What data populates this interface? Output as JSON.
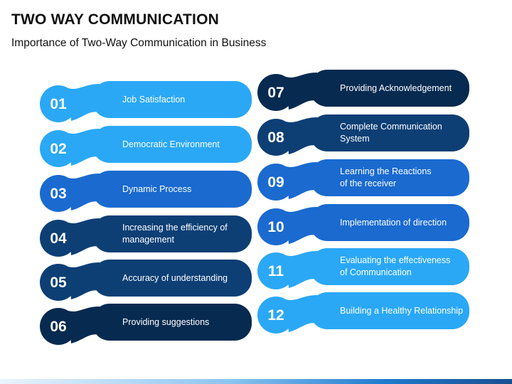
{
  "title": "TWO WAY COMMUNICATION",
  "subtitle": "Importance of Two-Way Communication in Business",
  "colors": {
    "light_blue": "#2aa8f6",
    "medium_blue": "#1a6ad0",
    "dark_blue": "#0d3f75",
    "navy": "#072a50"
  },
  "items": [
    {
      "number": "01",
      "label": "Job Satisfaction",
      "color": "light_blue"
    },
    {
      "number": "02",
      "label": "Democratic Environment",
      "color": "light_blue"
    },
    {
      "number": "03",
      "label": "Dynamic Process",
      "color": "medium_blue"
    },
    {
      "number": "04",
      "label": "Increasing the efficiency of\nmanagement",
      "color": "dark_blue"
    },
    {
      "number": "05",
      "label": "Accuracy of understanding",
      "color": "dark_blue"
    },
    {
      "number": "06",
      "label": "Providing suggestions",
      "color": "navy"
    },
    {
      "number": "07",
      "label": "Providing Acknowledgement",
      "color": "navy"
    },
    {
      "number": "08",
      "label": "Complete Communication\nSystem",
      "color": "dark_blue"
    },
    {
      "number": "09",
      "label": "Learning the Reactions\nof the receiver",
      "color": "medium_blue"
    },
    {
      "number": "10",
      "label": "Implementation of direction",
      "color": "medium_blue"
    },
    {
      "number": "11",
      "label": "Evaluating the effectiveness\nof Communication",
      "color": "light_blue"
    },
    {
      "number": "12",
      "label": "Building a Healthy Relationship",
      "color": "light_blue"
    }
  ]
}
